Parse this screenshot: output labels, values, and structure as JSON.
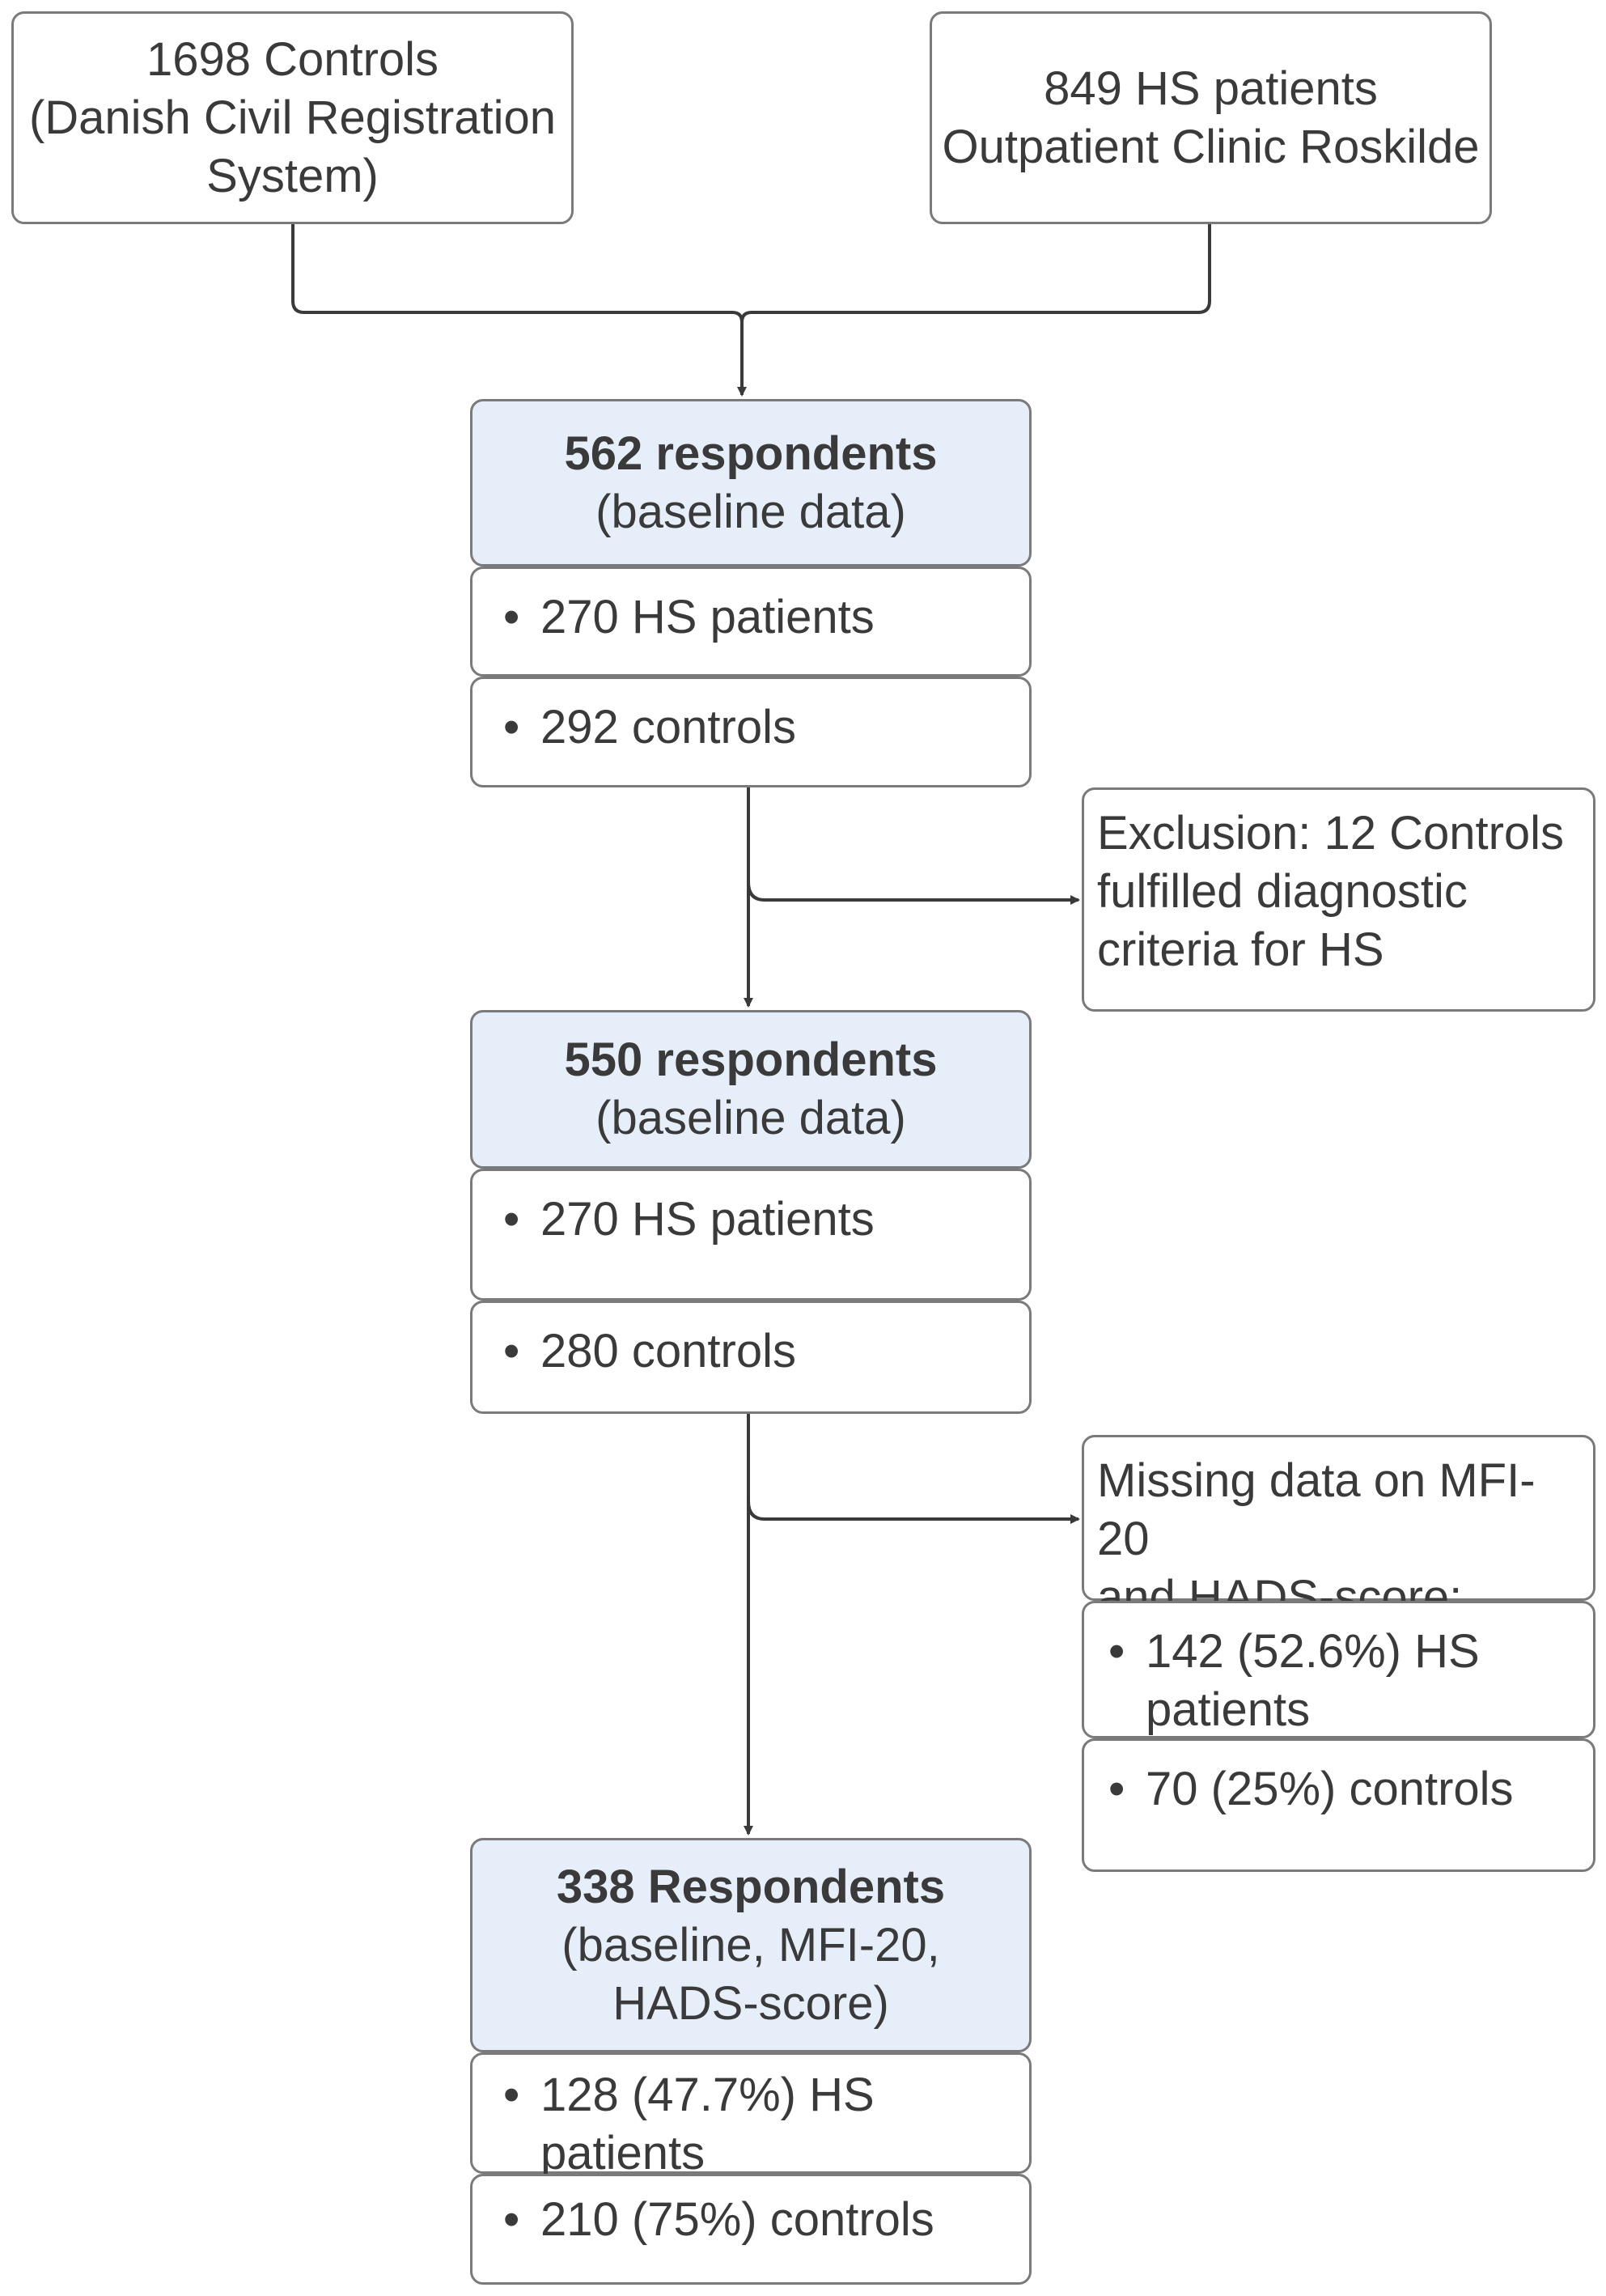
{
  "sources": {
    "controls": [
      "1698 Controls",
      "(Danish Civil Registration",
      "System)"
    ],
    "patients": [
      "849 HS patients",
      "Outpatient Clinic Roskilde"
    ]
  },
  "stage1": {
    "title": "562 respondents",
    "subtitle": "(baseline data)",
    "items": [
      "270 HS patients",
      "292 controls"
    ]
  },
  "exclusion": {
    "text": [
      "Exclusion: 12 Controls",
      "fulfilled diagnostic",
      "criteria for HS"
    ]
  },
  "stage2": {
    "title": "550 respondents",
    "subtitle": "(baseline data)",
    "items": [
      "270 HS patients",
      "280 controls"
    ]
  },
  "missing": {
    "text": [
      "Missing data on MFI-20",
      "and HADS-score:"
    ],
    "items": [
      [
        "142 (52.6%) HS",
        "patients"
      ],
      [
        "70 (25%) controls"
      ]
    ]
  },
  "stage3": {
    "title": "338 Respondents",
    "subtitle": [
      "(baseline, MFI-20,",
      "HADS-score)"
    ],
    "items": [
      [
        "128 (47.7%) HS",
        "patients"
      ],
      [
        "210 (75%) controls"
      ]
    ]
  },
  "bullet": "•",
  "colors": {
    "header_fill": "#e6eef9",
    "border": "#7a7a7a",
    "arrow": "#3a3a3a"
  }
}
